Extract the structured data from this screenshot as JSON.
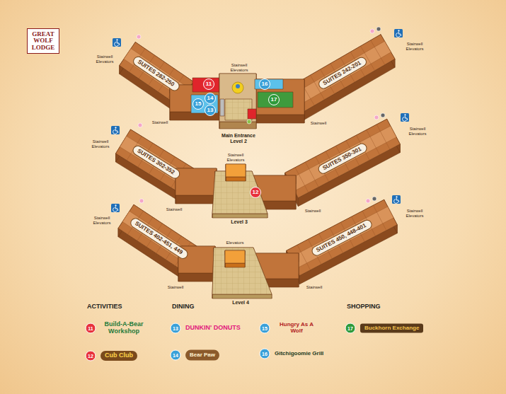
{
  "diagram": {
    "nodes": [
      {
        "text": [
          "SUITES 282-250"
        ]
      },
      {
        "text": [
          "SUITES 242-201"
        ]
      },
      {
        "text": [
          "11"
        ]
      },
      {
        "text": [
          "15"
        ]
      },
      {
        "text": [
          "14"
        ]
      },
      {
        "text": [
          "13"
        ]
      },
      {
        "text": [
          "16"
        ]
      },
      {
        "text": [
          "17"
        ]
      },
      {
        "text": [
          "SUITES 302-352"
        ]
      },
      {
        "text": [
          "SUITES 350-301"
        ]
      },
      {
        "text": [
          "12"
        ]
      },
      {
        "text": [
          "SUITES 402-451, 449"
        ]
      },
      {
        "text": [
          "SUITES 450, 448-401"
        ]
      }
    ],
    "labels": [
      "GREAT WOLF LODGE",
      "Stairwell Elevators",
      "Stairwell Elevators",
      "Stairwell Elevators",
      "Stairwell",
      "Stairwell",
      "Main Entrance Level 2",
      "Stairwell Elevators",
      "Stairwell Elevators",
      "Stairwell Elevators",
      "Stairwell",
      "Stairwell",
      "Level 3",
      "Stairwell Elevators",
      "Elevators",
      "Stairwell Elevators",
      "Stairwell",
      "Stairwell",
      "Level 4",
      "ACTIVITIES",
      "DINING",
      "SHOPPING",
      "11",
      "12",
      "13",
      "14",
      "15",
      "16",
      "17"
    ],
    "legend": [
      {
        "text": "Build-A-Bear Workshop",
        "color": "#e8323c"
      },
      {
        "text": "Cub Club",
        "color": "#e8323c"
      },
      {
        "text": "DUNKIN' DONUTS",
        "color": "#3aa0d8"
      },
      {
        "text": "Bear Paw",
        "color": "#3aa0d8"
      },
      {
        "text": "Hungry As A Wolf",
        "color": "#3aa0d8"
      },
      {
        "text": "Gitchigoomie Grill",
        "color": "#3aa0d8"
      },
      {
        "text": "Buckhorn Exchange",
        "color": "#2e9a3a"
      }
    ]
  }
}
